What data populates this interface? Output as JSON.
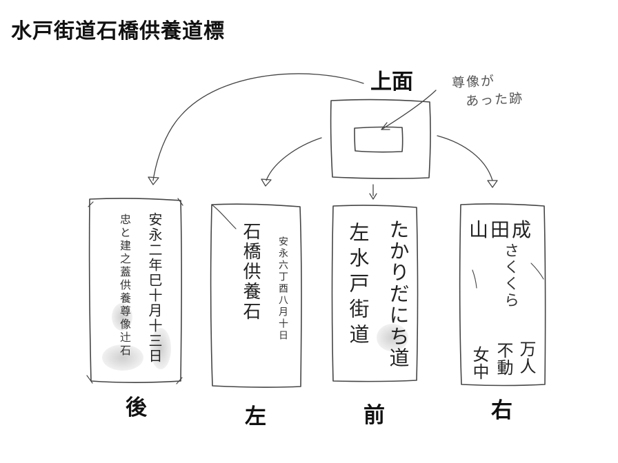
{
  "title": "水戸街道石橋供養道標",
  "top": {
    "label": "上面",
    "note_line1": "尊像が",
    "note_line2": "あった跡"
  },
  "faces": {
    "back": {
      "label": "後",
      "col_right": "安永二年巳十月十三日",
      "col_left": "忠と建之蓋供養尊像辻石"
    },
    "left": {
      "label": "左",
      "col_main": "石橋供養石",
      "col_date": "安永六丁酉八月十日"
    },
    "front": {
      "label": "前",
      "col_right": "たかりだにち道",
      "col_left": "左水戸街道"
    },
    "right": {
      "label": "右",
      "top_text": "山田成",
      "middle_text": "さくくら",
      "bottom_right": "万人",
      "bottom_middle": "不動",
      "bottom_left": "女中"
    }
  }
}
